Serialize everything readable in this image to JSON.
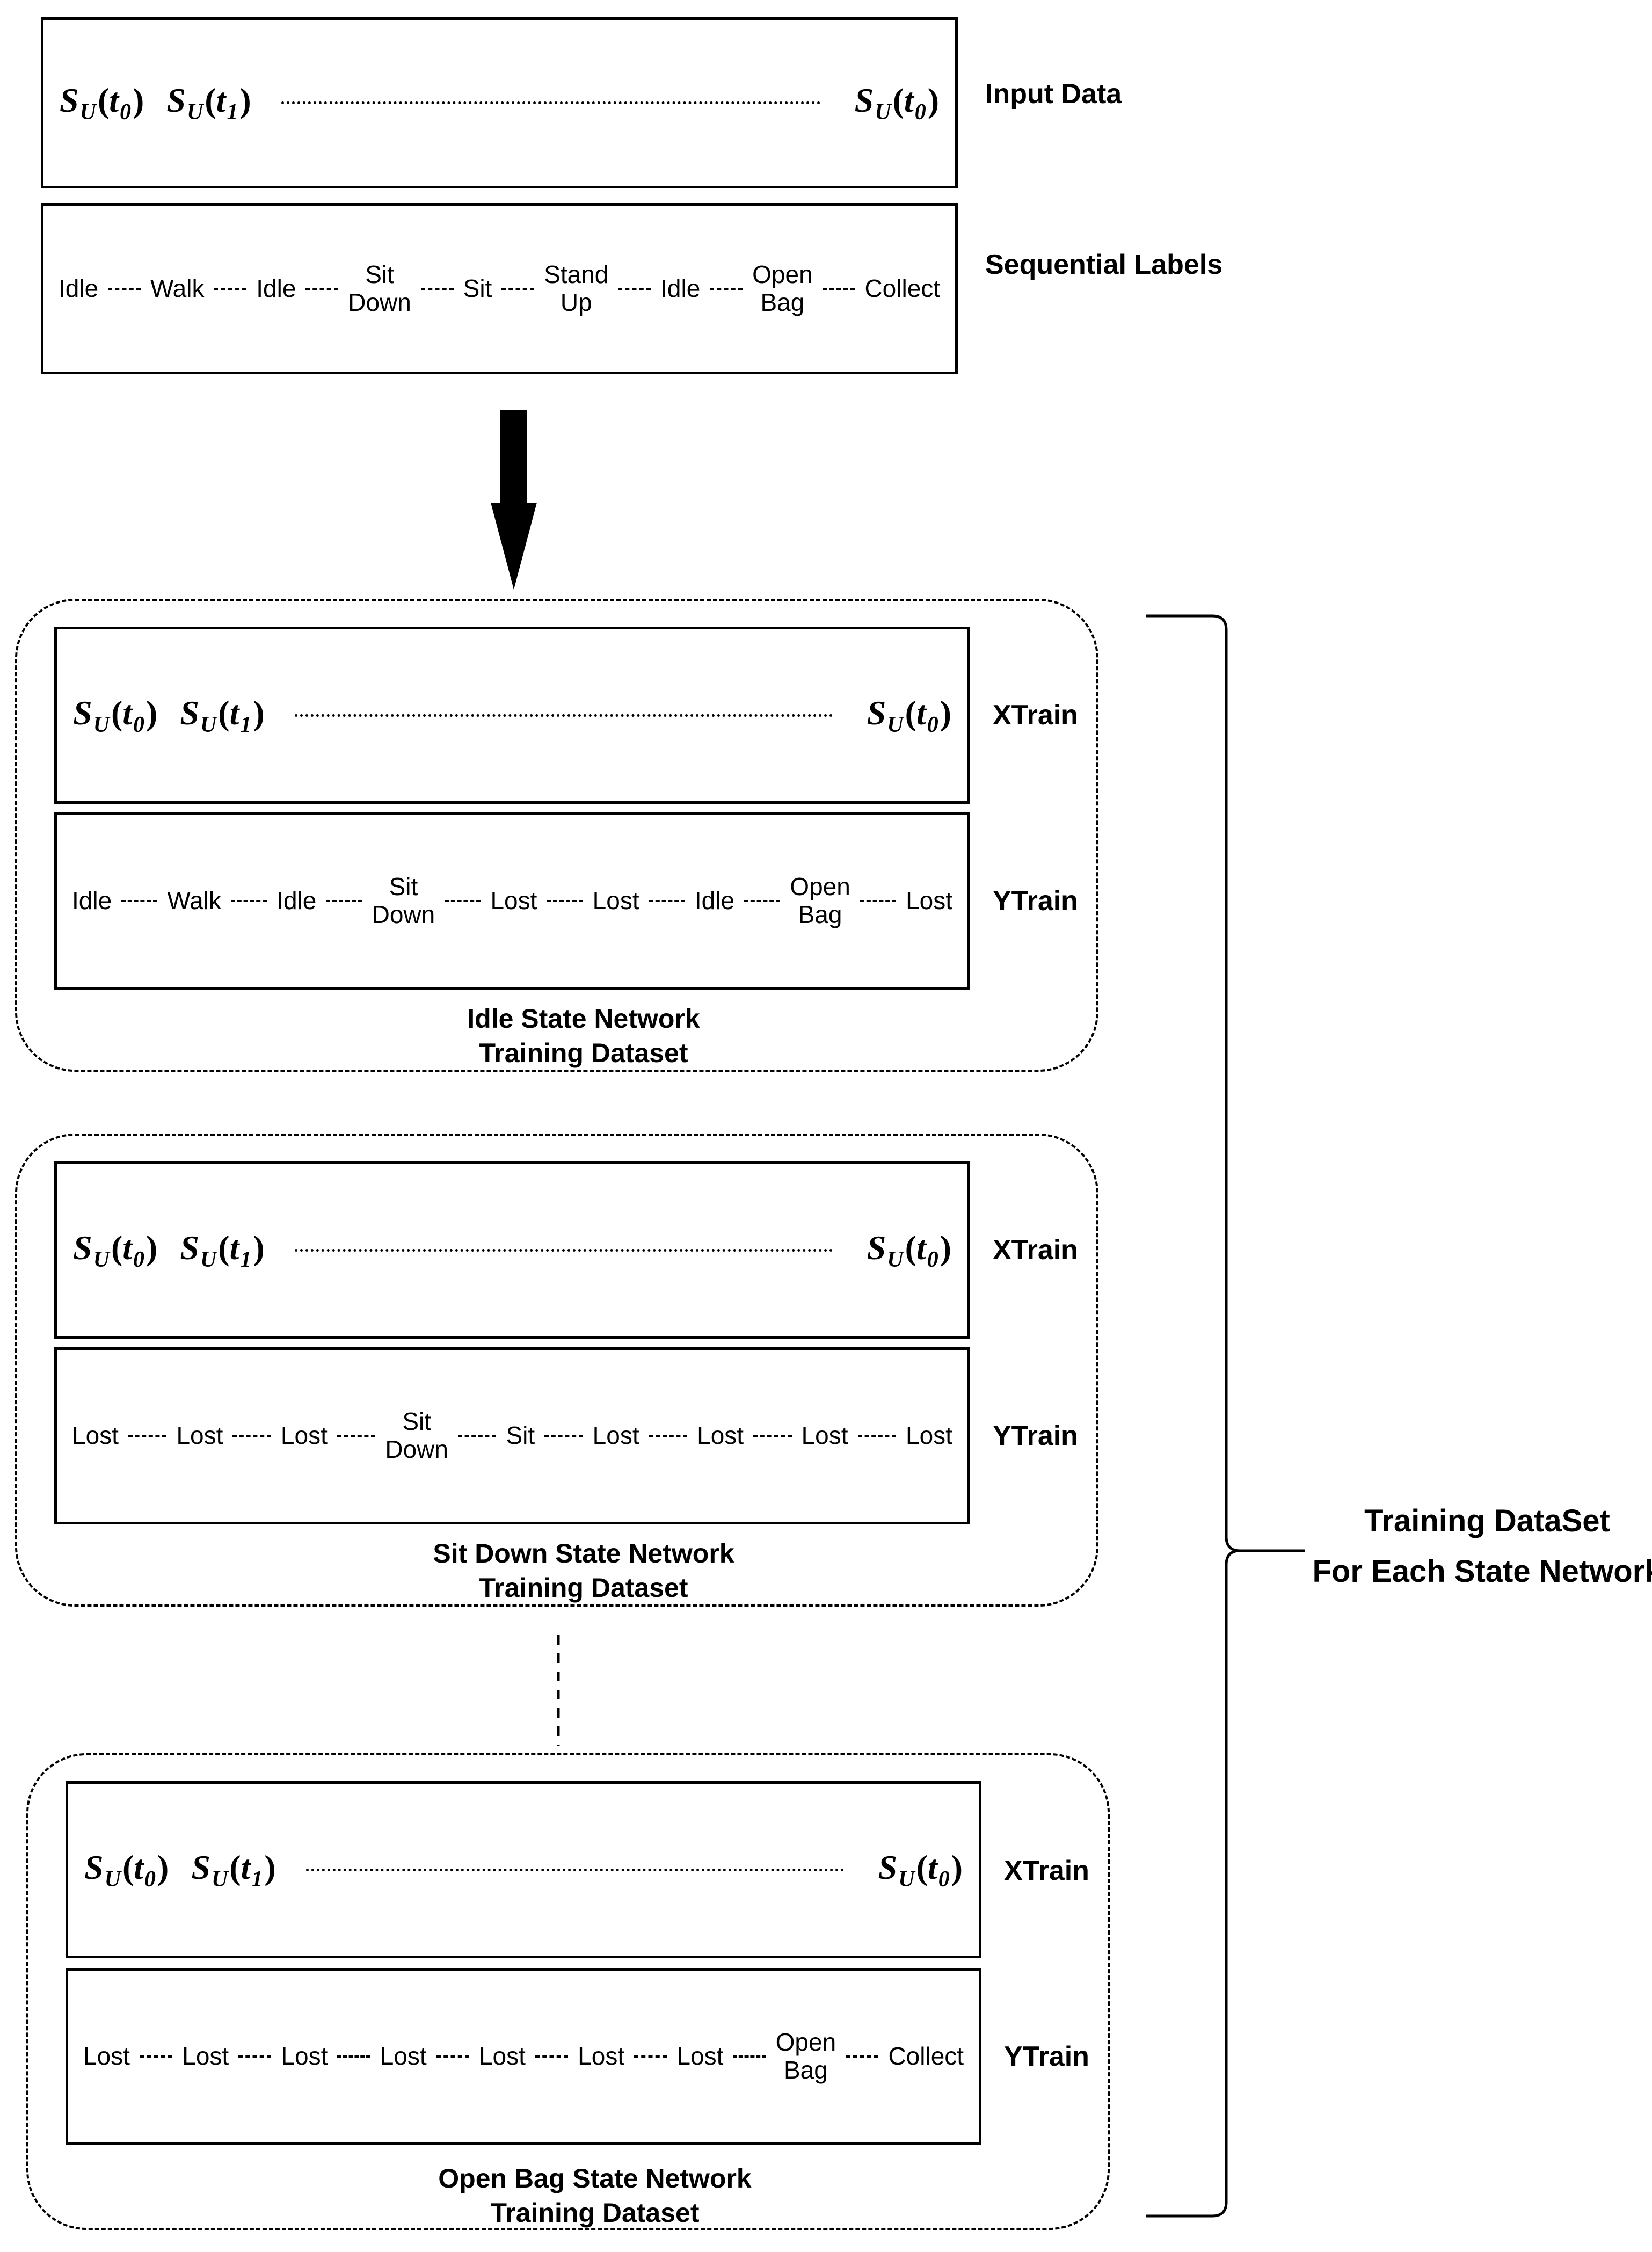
{
  "top": {
    "input_label": "Input Data",
    "seq_label": "Sequential Labels",
    "sequence": [
      "Idle",
      "Walk",
      "Idle",
      [
        "Sit",
        "Down"
      ],
      "Sit",
      [
        "Stand",
        "Up"
      ],
      "Idle",
      [
        "Open",
        "Bag"
      ],
      "Collect"
    ]
  },
  "math": {
    "base": "S",
    "base_sub": "U",
    "var": "t",
    "lparen": "(",
    "rparen": ")",
    "subscripts": [
      "0",
      "1",
      "0"
    ]
  },
  "groups": [
    {
      "xtrain_label": "XTrain",
      "ytrain_label": "YTrain",
      "caption_line1": "Idle State Network",
      "caption_line2": "Training Dataset",
      "ytrain_labels": [
        "Idle",
        "Walk",
        "Idle",
        [
          "Sit",
          "Down"
        ],
        "Lost",
        "Lost",
        "Idle",
        [
          "Open",
          "Bag"
        ],
        "Lost"
      ]
    },
    {
      "xtrain_label": "XTrain",
      "ytrain_label": "YTrain",
      "caption_line1": "Sit Down State Network",
      "caption_line2": "Training Dataset",
      "ytrain_labels": [
        "Lost",
        "Lost",
        "Lost",
        [
          "Sit",
          "Down"
        ],
        "Sit",
        "Lost",
        "Lost",
        "Lost",
        "Lost"
      ]
    },
    {
      "xtrain_label": "XTrain",
      "ytrain_label": "YTrain",
      "caption_line1": "Open Bag State Network",
      "caption_line2": "Training Dataset",
      "ytrain_labels": [
        "Lost",
        "Lost",
        "Lost",
        "Lost",
        "Lost",
        "Lost",
        "Lost",
        [
          "Open",
          "Bag"
        ],
        "Collect"
      ]
    }
  ],
  "bracket": {
    "line1": "Training DataSet",
    "line2": "For Each State Network"
  }
}
